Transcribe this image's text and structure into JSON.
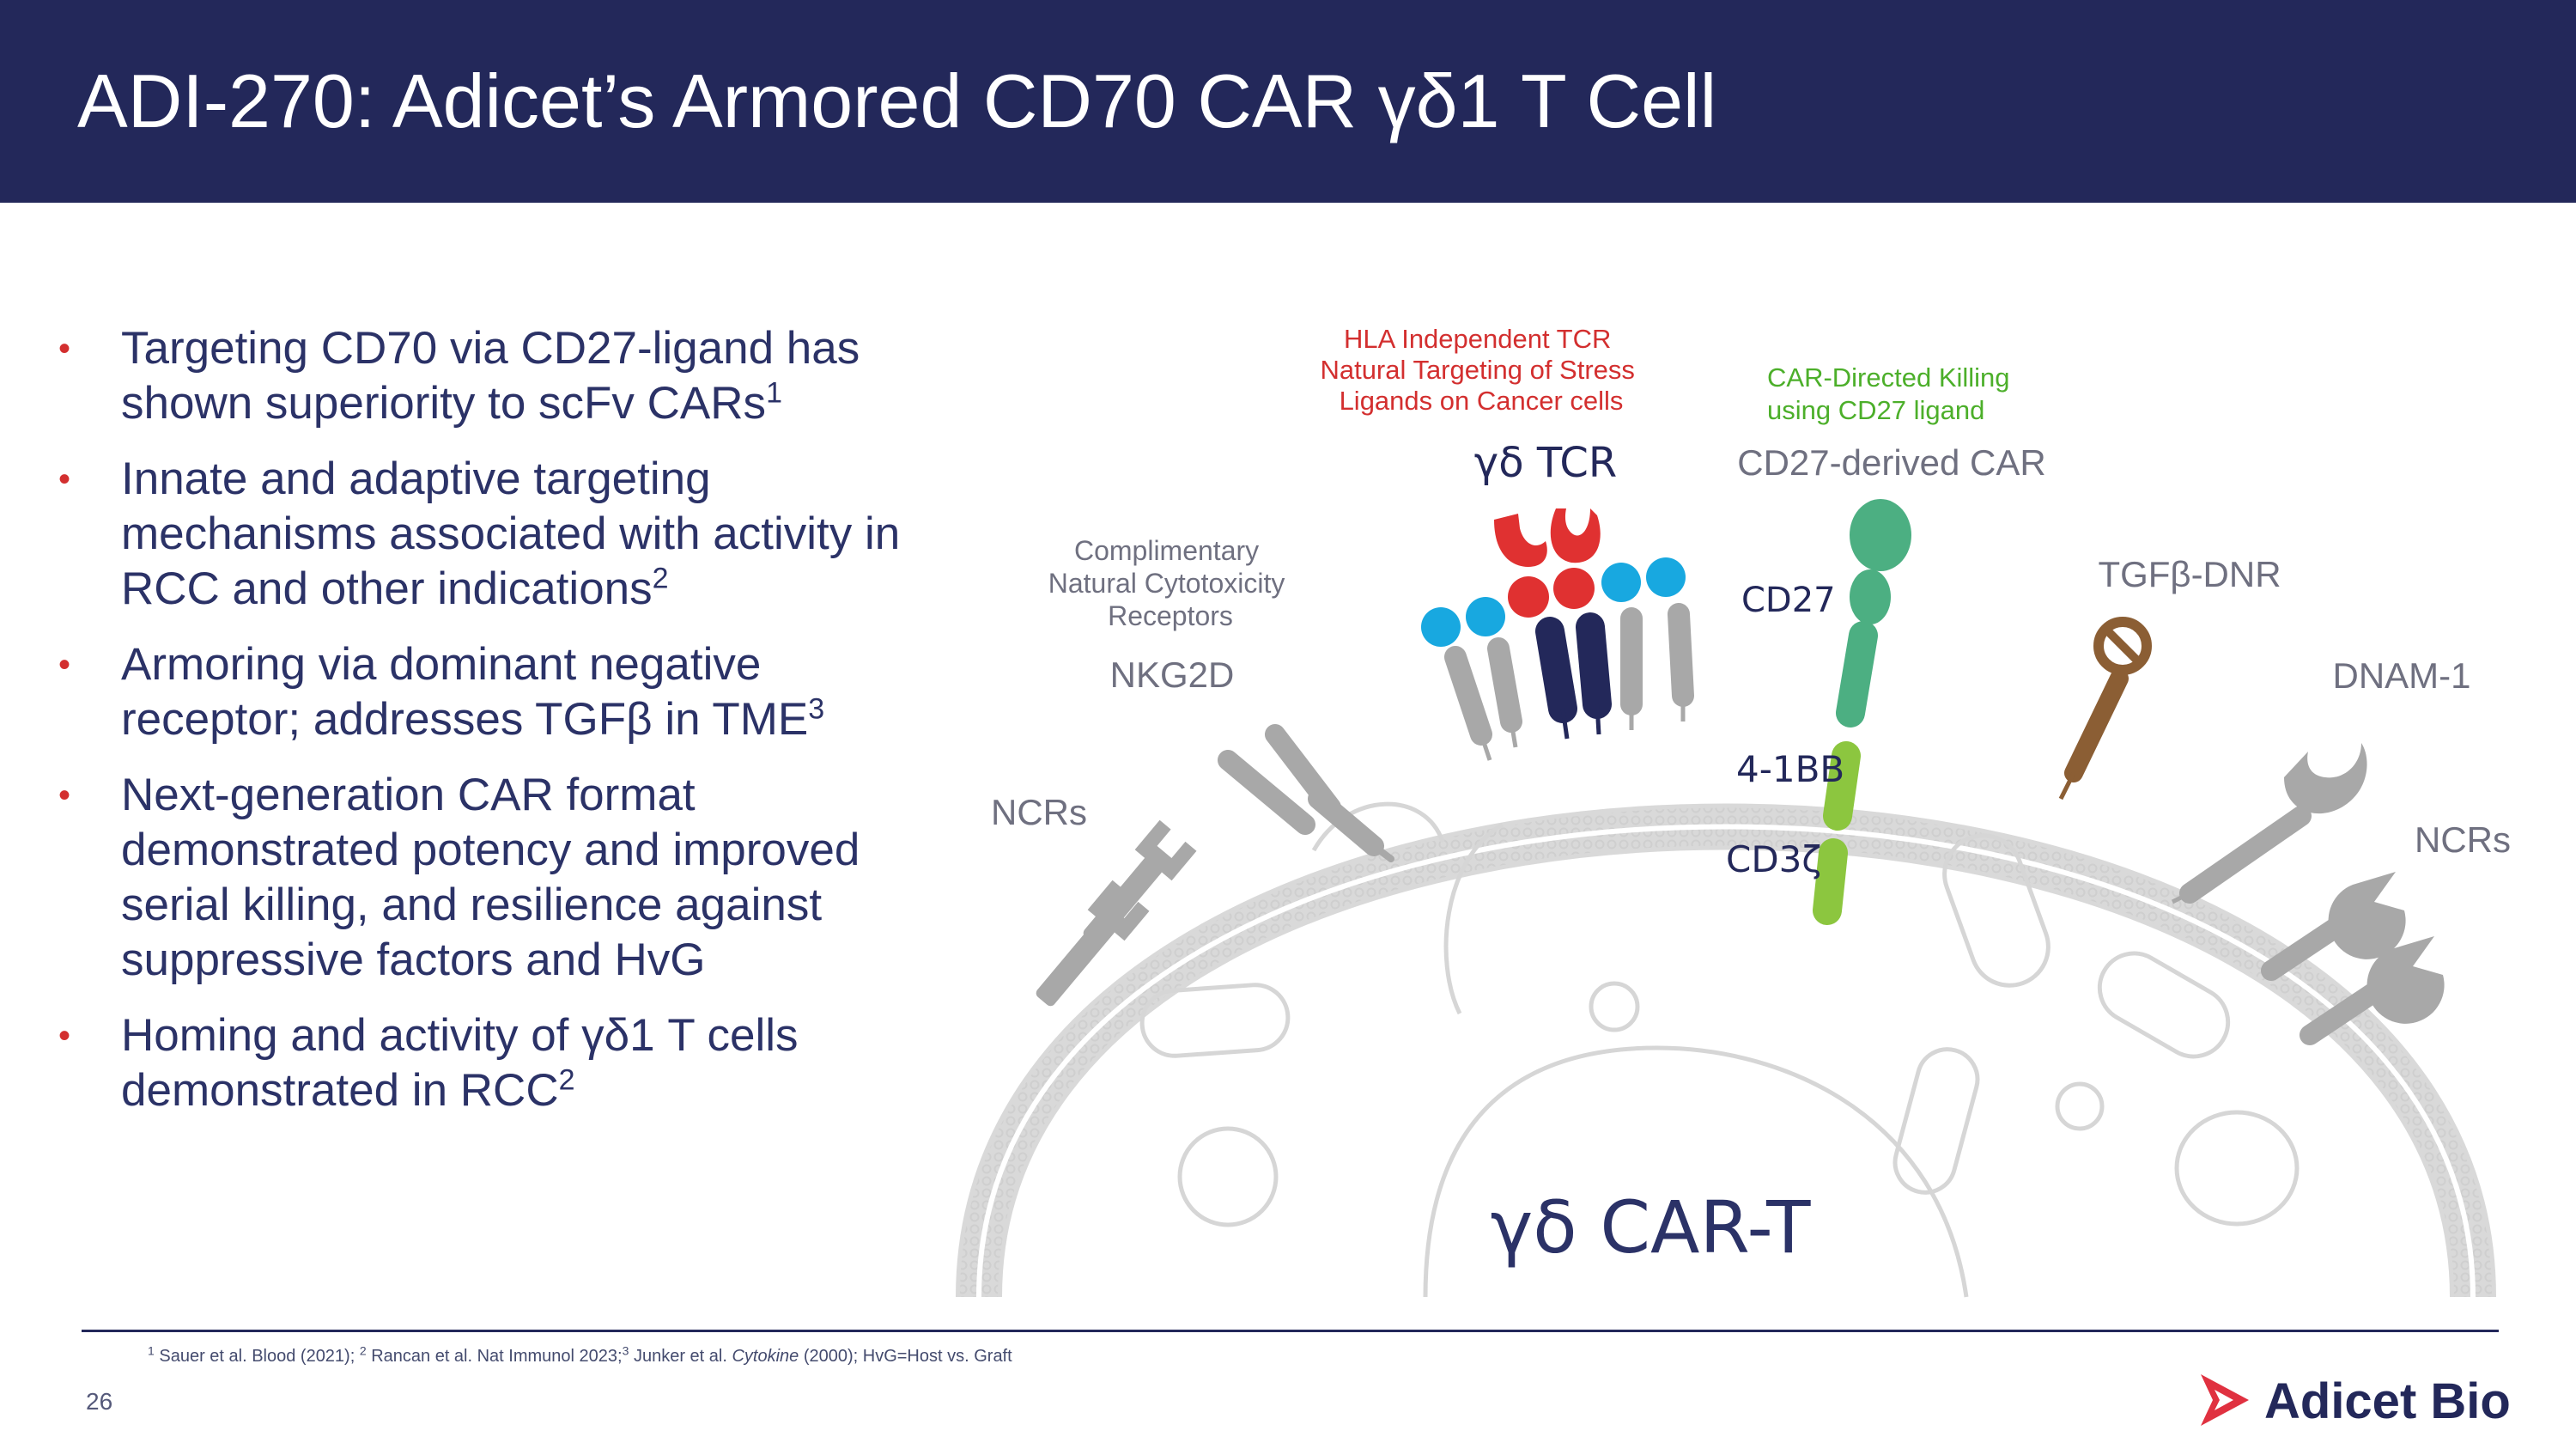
{
  "header": {
    "title": "ADI-270:  Adicet’s Armored CD70 CAR γδ1 T Cell"
  },
  "bullets": [
    {
      "segments": [
        {
          "text": "Targeting CD70 via CD27-ligand has shown superiority to scFv CARs"
        },
        {
          "text": "1",
          "sup": true
        }
      ]
    },
    {
      "segments": [
        {
          "text": "Innate and adaptive targeting mechanisms associated with activity in RCC and other indications"
        },
        {
          "text": "2",
          "sup": true
        }
      ]
    },
    {
      "segments": [
        {
          "text": "Armoring via dominant negative receptor; addresses TGFβ in TME"
        },
        {
          "text": "3",
          "sup": true
        }
      ]
    },
    {
      "segments": [
        {
          "text": "Next-generation CAR format demonstrated potency and improved serial killing, and resilience against suppressive factors and HvG"
        }
      ]
    },
    {
      "segments": [
        {
          "text": "Homing and activity of γδ1 T cells demonstrated in RCC"
        },
        {
          "text": "2",
          "sup": true
        }
      ]
    }
  ],
  "diagram": {
    "hla_label": [
      "HLA Independent TCR",
      "Natural Targeting of Stress",
      "Ligands on Cancer cells"
    ],
    "car_directed_label": [
      "CAR-Directed Killing",
      "using CD27 ligand"
    ],
    "gd_tcr": "γδ TCR",
    "cd27_car": "CD27-derived CAR",
    "complimentary_label": [
      "Complimentary",
      "Natural Cytotoxicity",
      "Receptors"
    ],
    "cd27": "CD27",
    "tgfb_dnr": "TGFβ-DNR",
    "nkg2d": "NKG2D",
    "dnam1": "DNAM-1",
    "ncrs_left": "NCRs",
    "ncrs_right": "NCRs",
    "four_1bb": "4-1BB",
    "cd3z": "CD3ζ",
    "cell_label": "γδ CAR-T",
    "colors": {
      "red_label": "#d32f2f",
      "green_label": "#4caf2a",
      "gray_label": "#6f7080",
      "navy": "#23285a",
      "cyan": "#18a8e0",
      "red": "#e03131",
      "teal": "#4caf82",
      "lime": "#8cc63f",
      "brown": "#8b5e34",
      "receptor_gray": "#a8a8a8",
      "membrane": "#d9d9d9"
    }
  },
  "footer": {
    "footnote_segments": [
      {
        "text": "1",
        "sup": true
      },
      {
        "text": " Sauer et al. Blood (2021); "
      },
      {
        "text": "2",
        "sup": true
      },
      {
        "text": " Rancan et al. Nat Immunol 2023;"
      },
      {
        "text": "3",
        "sup": true
      },
      {
        "text": " Junker et al. "
      },
      {
        "text": "Cytokine",
        "italic": true
      },
      {
        "text": " (2000); HvG=Host vs. Graft"
      }
    ],
    "page_number": "26",
    "logo_text": "Adicet Bio"
  }
}
